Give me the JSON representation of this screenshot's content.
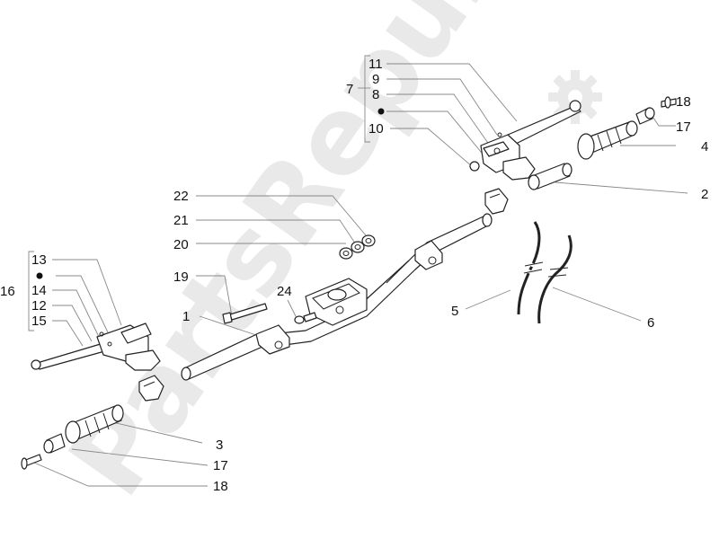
{
  "watermark": {
    "text": "PartsRepublik"
  },
  "labels": {
    "l1": "1",
    "l2": "2",
    "l3": "3",
    "l4": "4",
    "l5": "5",
    "l6": "6",
    "l7": "7",
    "l8": "8",
    "l9": "9",
    "l10": "10",
    "l11": "11",
    "l12": "12",
    "l13": "13",
    "l14": "14",
    "l15": "15",
    "l16": "16",
    "l17a": "17",
    "l17b": "17",
    "l18a": "18",
    "l18b": "18",
    "l19": "19",
    "l20": "20",
    "l21": "21",
    "l22": "22",
    "l24": "24"
  },
  "colors": {
    "line": "#222222",
    "leader": "#888888",
    "watermark": "#e9e9e9"
  }
}
